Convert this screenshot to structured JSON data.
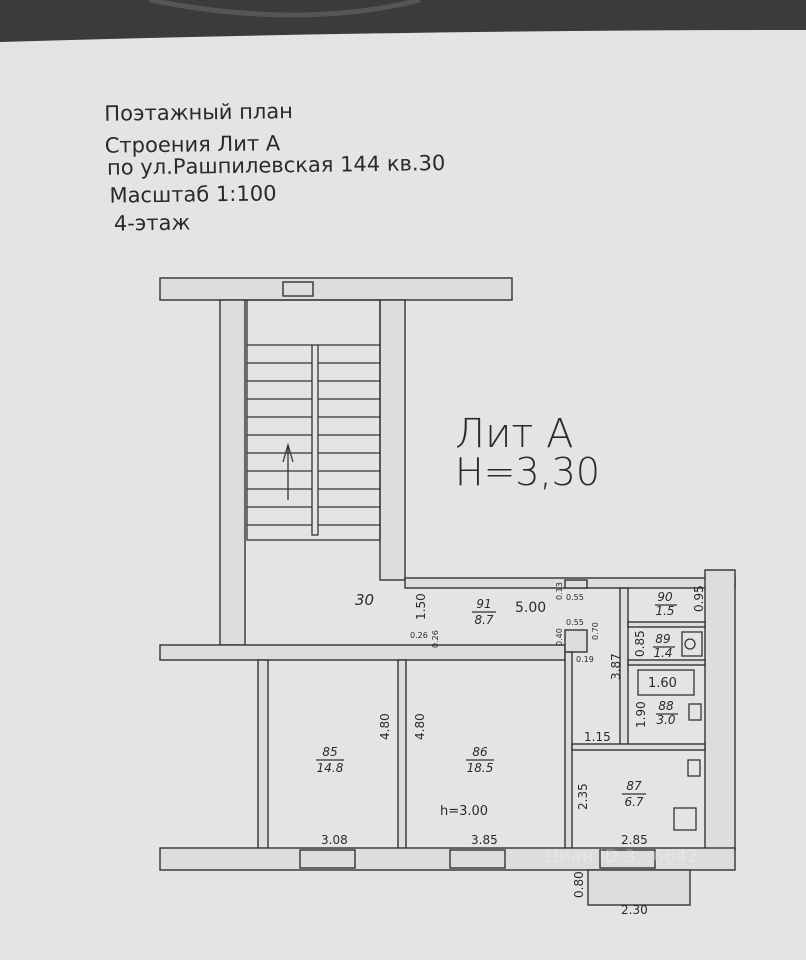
{
  "title": {
    "line1": "Поэтажный план",
    "line2": "Строения Лит А",
    "line3": "по ул.Рашпилевская 144 кв.30",
    "line4": "Масштаб 1:100",
    "line5": "4-этаж"
  },
  "building": {
    "lit": "Лит А",
    "height": "H=3,30"
  },
  "stair_label": "30",
  "rooms": [
    {
      "num": "85",
      "area": "14.8"
    },
    {
      "num": "86",
      "area": "18.5"
    },
    {
      "num": "87",
      "area": "6.7"
    },
    {
      "num": "88",
      "area": "3.0"
    },
    {
      "num": "89",
      "area": "1.4"
    },
    {
      "num": "90",
      "area": "1.5"
    },
    {
      "num": "91",
      "area": "8.7"
    }
  ],
  "dimensions": {
    "d150": "1.50",
    "d026a": "0.26",
    "d026b": "0.26",
    "d500": "5.00",
    "d013": "0.13",
    "d055a": "0.55",
    "d055b": "0.55",
    "d040": "0.40",
    "d070": "0.70",
    "d019": "0.19",
    "d387": "3.87",
    "d095": "0.95",
    "d085": "0.85",
    "d160": "1.60",
    "d190": "1.90",
    "d115": "1.15",
    "d480a": "4.80",
    "d480b": "4.80",
    "d235": "2.35",
    "d308": "3.08",
    "d385": "3.85",
    "d285": "2.85",
    "d080": "0.80",
    "d230": "2.30"
  },
  "room_height": "h=3.00",
  "watermark": "Циан ID 3...6642"
}
